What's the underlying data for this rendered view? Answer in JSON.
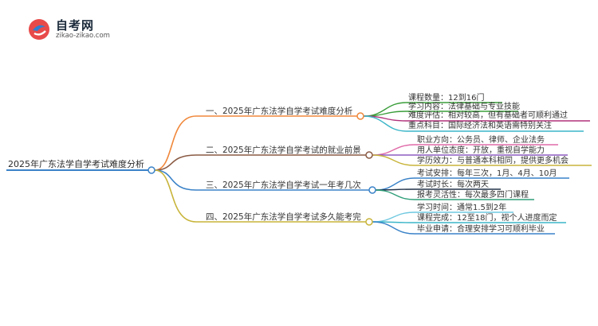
{
  "logo": {
    "title": "自考网",
    "subtitle": "zikao-zikao.com"
  },
  "mindmap": {
    "root": "2025年广东法学自学考试难度分析",
    "branches": [
      {
        "label": "一、2025年广东法学自学考试难度分析",
        "color": "#f0873a",
        "leaves": [
          {
            "text": "课程数量：12到16门",
            "color": "#3a9d3a"
          },
          {
            "text": "学习内容：法律基础与专业技能",
            "color": "#3a9d3a"
          },
          {
            "text": "难度评估：相对较高，但有基础者可顺利通过",
            "color": "#b0307a"
          },
          {
            "text": "重点科目：国际经济法和英语需特别关注",
            "color": "#3cb6c8"
          }
        ]
      },
      {
        "label": "二、2025年广东法学自学考试的就业前景",
        "color": "#8a5a44",
        "leaves": [
          {
            "text": "职业方向：公务员、律师、企业法务",
            "color": "#e06aa8"
          },
          {
            "text": "用人单位态度：开放，重视自学能力",
            "color": "#8e5bc0"
          },
          {
            "text": "学历效力：与普通本科相同，提供更多机会",
            "color": "#c8b43a"
          }
        ]
      },
      {
        "label": "三、2025年广东法学自学考试一年考几次",
        "color": "#3a82c8",
        "leaves": [
          {
            "text": "考试安排：每年三次，1月、4月、10月",
            "color": "#3a82c8"
          },
          {
            "text": "考试时长：每次两天",
            "color": "#23334a"
          },
          {
            "text": "报考灵活性：每次最多四门课程",
            "color": "#2e9e78"
          }
        ]
      },
      {
        "label": "四、2025年广东法学自学考试多久能考完",
        "color": "#c8b43a",
        "leaves": [
          {
            "text": "学习时间：通常1.5到2年",
            "color": "#6fc8e0"
          },
          {
            "text": "课程完成：12至18门，视个人进度而定",
            "color": "#3cb6c8"
          },
          {
            "text": "毕业申请：合理安排学习可顺利毕业",
            "color": "#3a82c8"
          }
        ]
      }
    ]
  }
}
